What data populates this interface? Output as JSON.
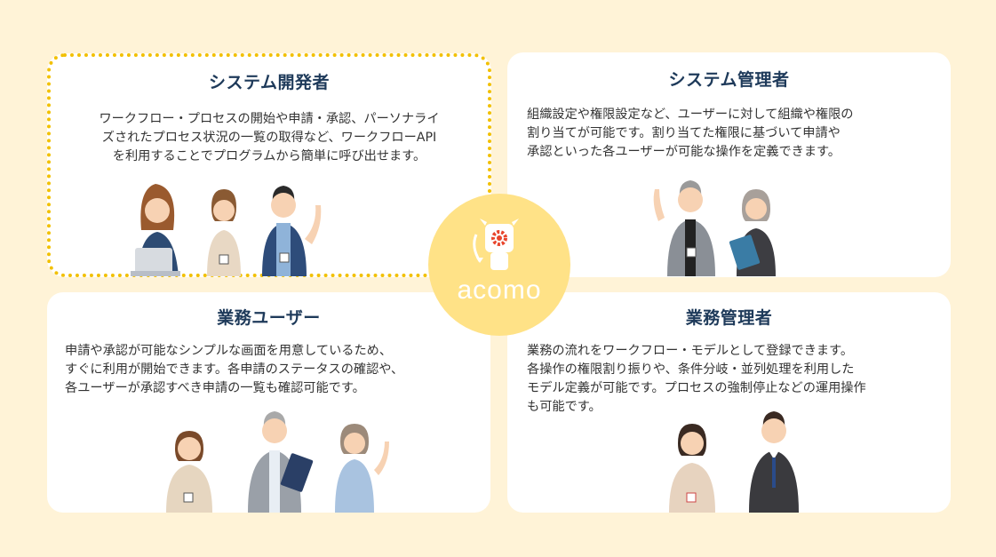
{
  "logo": {
    "text": "acomo"
  },
  "cards": {
    "developer": {
      "title": "システム開発者",
      "desc": "ワークフロー・プロセスの開始や申請・承認、パーソナライ\nズされたプロセス状況の一覧の取得など、ワークフローAPI\nを利用することでプログラムから簡単に呼び出せます。"
    },
    "admin": {
      "title": "システム管理者",
      "desc": "組織設定や権限設定など、ユーザーに対して組織や権限の\n割り当てが可能です。割り当てた権限に基づいて申請や\n承認といった各ユーザーが可能な操作を定義できます。"
    },
    "user": {
      "title": "業務ユーザー",
      "desc": "申請や承認が可能なシンプルな画面を用意しているため、\nすぐに利用が開始できます。各申請のステータスの確認や、\n各ユーザーが承認すべき申請の一覧も確認可能です。"
    },
    "manager": {
      "title": "業務管理者",
      "desc": "業務の流れをワークフロー・モデルとして登録できます。\n各操作の権限割り振りや、条件分岐・並列処理を利用した\nモデル定義が可能です。プロセスの強制停止などの運用操作\nも可能です。"
    }
  },
  "colors": {
    "background": "#fff3d7",
    "card": "#ffffff",
    "title": "#1e3a5a",
    "highlight_border": "#f2c000",
    "logo_circle": "#ffe287",
    "logo_gear": "#e8452c"
  }
}
